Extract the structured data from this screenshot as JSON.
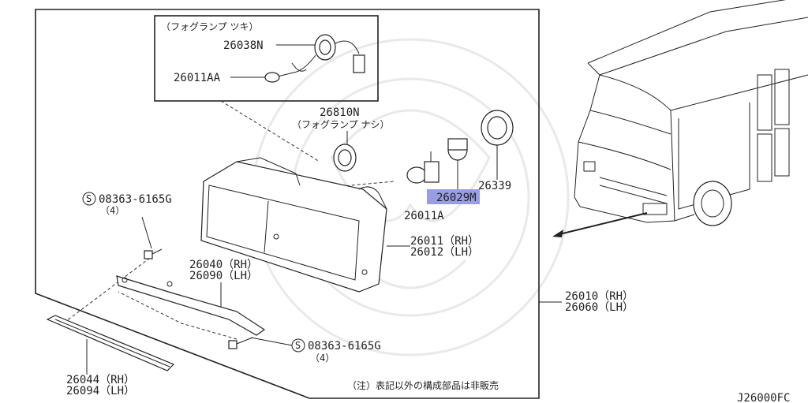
{
  "fog_kit": {
    "title": "（フォグランプ ツキ）",
    "socket_part": "26038N",
    "bulb_part": "26011AA"
  },
  "part_26810N": {
    "number": "26810N",
    "note": "（フォグランプ ナシ）"
  },
  "bulb_26011A": "26011A",
  "highlighted_part": "26029M",
  "cap_part": "26339",
  "screw_top": {
    "number": "08363-6165G",
    "qty": "（4）",
    "symbol": "S"
  },
  "screw_bottom": {
    "number": "08363-6165G",
    "qty": "（4）",
    "symbol": "S"
  },
  "lamp_unit": {
    "rh": "26011（RH）",
    "lh": "26012（LH）"
  },
  "bracket": {
    "rh": "26040（RH）",
    "lh": "26090（LH）"
  },
  "assembly": {
    "rh": "26010（RH）",
    "lh": "26060（LH）"
  },
  "molding": {
    "rh": "26044（RH）",
    "lh": "26094（LH）"
  },
  "footnote": "（注）表記以外の構成部品は非販売",
  "diagram_code": "J26000FC",
  "colors": {
    "line": "#222222",
    "highlight": "#8e92e0"
  }
}
